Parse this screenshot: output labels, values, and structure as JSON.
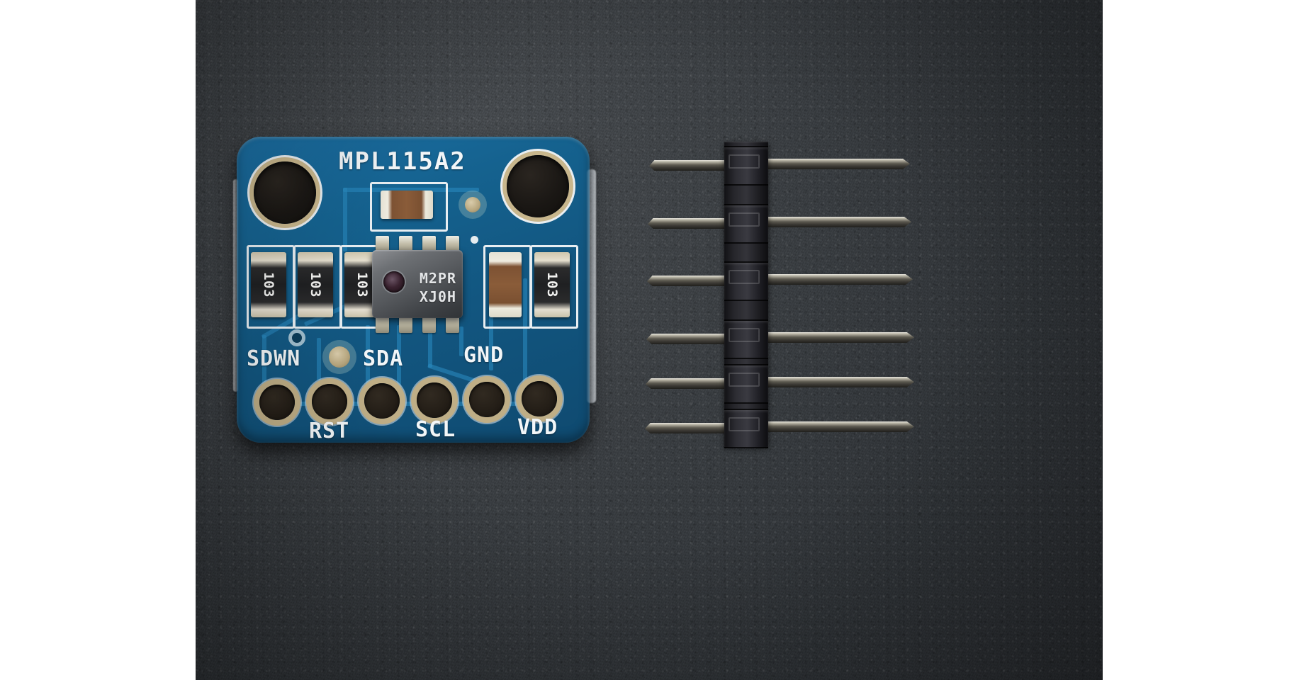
{
  "photo": {
    "subject": "Adafruit MPL115A2 barometric pressure sensor breakout board with separate 6-pin male header strip",
    "background_color": "#3a3e42",
    "letterbox_color": "#ffffff"
  },
  "board": {
    "name": "MPL115A2 breakout PCB",
    "soldermask_color": "#14618d",
    "silkscreen_color": "#f2f6f8",
    "title_silkscreen": "MPL115A2",
    "mounting_holes": 2,
    "ic": {
      "marking_line1": "M2PR",
      "marking_line2": "XJ0H",
      "package": "8-lead SOP with pressure port"
    },
    "passives": [
      {
        "ref": "R1",
        "marking": "103",
        "type": "resistor"
      },
      {
        "ref": "R2",
        "marking": "103",
        "type": "resistor"
      },
      {
        "ref": "R3",
        "marking": "103",
        "type": "resistor"
      },
      {
        "ref": "R4",
        "marking": "103",
        "type": "resistor"
      },
      {
        "ref": "C1",
        "marking": "",
        "type": "ceramic-capacitor"
      },
      {
        "ref": "C2",
        "marking": "",
        "type": "ceramic-capacitor"
      }
    ],
    "pin_labels_top": [
      "SDWN",
      "SDA",
      "GND"
    ],
    "pin_labels_bottom": [
      "RST",
      "SCL",
      "VDD"
    ],
    "pin_count": 6,
    "pin_order": [
      "SDWN",
      "RST",
      "SDA",
      "SCL",
      "GND",
      "VDD"
    ]
  },
  "header": {
    "name": "6-pin male break-away header",
    "pin_count": 6,
    "plastic_color": "#26262b",
    "pin_color": "#b9b5a6"
  }
}
